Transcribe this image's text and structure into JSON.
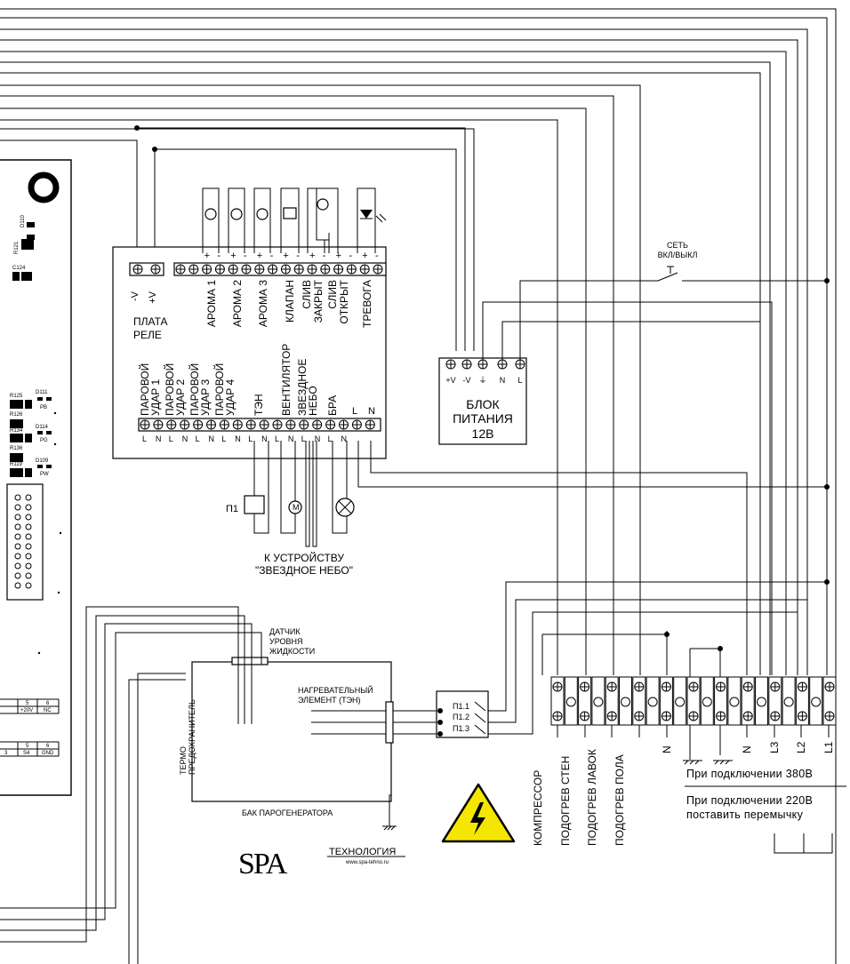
{
  "relay_board": {
    "title_line1": "ПЛАТА",
    "title_line2": "РЕЛЕ",
    "power_terminals": [
      "-V",
      "+V"
    ],
    "top_outputs": [
      "АРОМА 1",
      "АРОМА 2",
      "АРОМА 3",
      "КЛАПАН",
      "СЛИВ ЗАКРЫТ",
      "СЛИВ ОТКРЫТ",
      "ТРЕВОГА"
    ],
    "top_signs": [
      "+",
      "-",
      "+",
      "-",
      "+",
      "-",
      "+",
      "-",
      "+",
      "-",
      "+",
      "-",
      "+",
      "-"
    ],
    "bottom_outputs": [
      "ПАРОВОЙ УДАР 1",
      "ПАРОВОЙ УДАР 2",
      "ПАРОВОЙ УДАР 3",
      "ПАРОВОЙ УДАР 4",
      "ТЭН",
      "ВЕНТИЛЯТОР",
      "ЗВЕЗДНОЕ НЕБО",
      "БРА"
    ],
    "bottom_ln": [
      "L",
      "N",
      "L",
      "N",
      "L",
      "N",
      "L",
      "N",
      "L",
      "N",
      "L",
      "N",
      "L",
      "N",
      "L",
      "N"
    ],
    "supply_labels": [
      "L",
      "N"
    ]
  },
  "power_supply": {
    "title_line1": "БЛОК",
    "title_line2": "ПИТАНИЯ",
    "title_line3": "12В",
    "terminals": [
      "+V",
      "-V",
      "⏚",
      "N",
      "L"
    ]
  },
  "switch_label_line1": "СЕТЬ",
  "switch_label_line2": "ВКЛ/ВЫКЛ",
  "relay_p1_label": "П1",
  "starry_sky_line1": "К УСТРОЙСТВУ",
  "starry_sky_line2": "\"ЗВЕЗДНОЕ НЕБО\"",
  "level_sensor_line1": "ДАТЧИК",
  "level_sensor_line2": "УРОВНЯ",
  "level_sensor_line3": "ЖИДКОСТИ",
  "heater_line1": "НАГРЕВАТЕЛЬНЫЙ",
  "heater_line2": "ЭЛЕМЕНТ (ТЭН)",
  "thermo_line1": "ТЕРМО",
  "thermo_line2": "ПРЕДОХРАНИТЕЛЬ",
  "tank_label": "БАК ПАРОГЕНЕРАТОРА",
  "relay_contacts": [
    "П1.1",
    "П1.2",
    "П1.3"
  ],
  "terminal_labels": [
    "КОМПРЕССОР",
    "ПОДОГРЕВ СТЕН",
    "ПОДОГРЕВ ЛАВОК",
    "ПОДОГРЕВ ПОЛА",
    "N",
    "N",
    "L3",
    "L2",
    "L1"
  ],
  "note_380_line": "При подключении 380В",
  "note_220_line1": "При подключении 220В",
  "note_220_line2": "поставить перемычку",
  "logo": {
    "brand": "SPA",
    "subtitle": "ТЕХНОЛОГИЯ",
    "url": "www.spa-tehno.ru"
  },
  "controller": {
    "labels": [
      "D110",
      "R121",
      "C124",
      "R125",
      "D111",
      "PB",
      "R126",
      "R134",
      "D114",
      "PG",
      "R136",
      "R119",
      "D109",
      "PW"
    ],
    "table1": [
      "5",
      "6",
      "+20V",
      "NC"
    ],
    "table2": [
      "5",
      "6",
      "3",
      "S4",
      "GND"
    ]
  },
  "colors": {
    "ink": "#000000",
    "warning": "#f5e600",
    "paper": "#ffffff"
  }
}
